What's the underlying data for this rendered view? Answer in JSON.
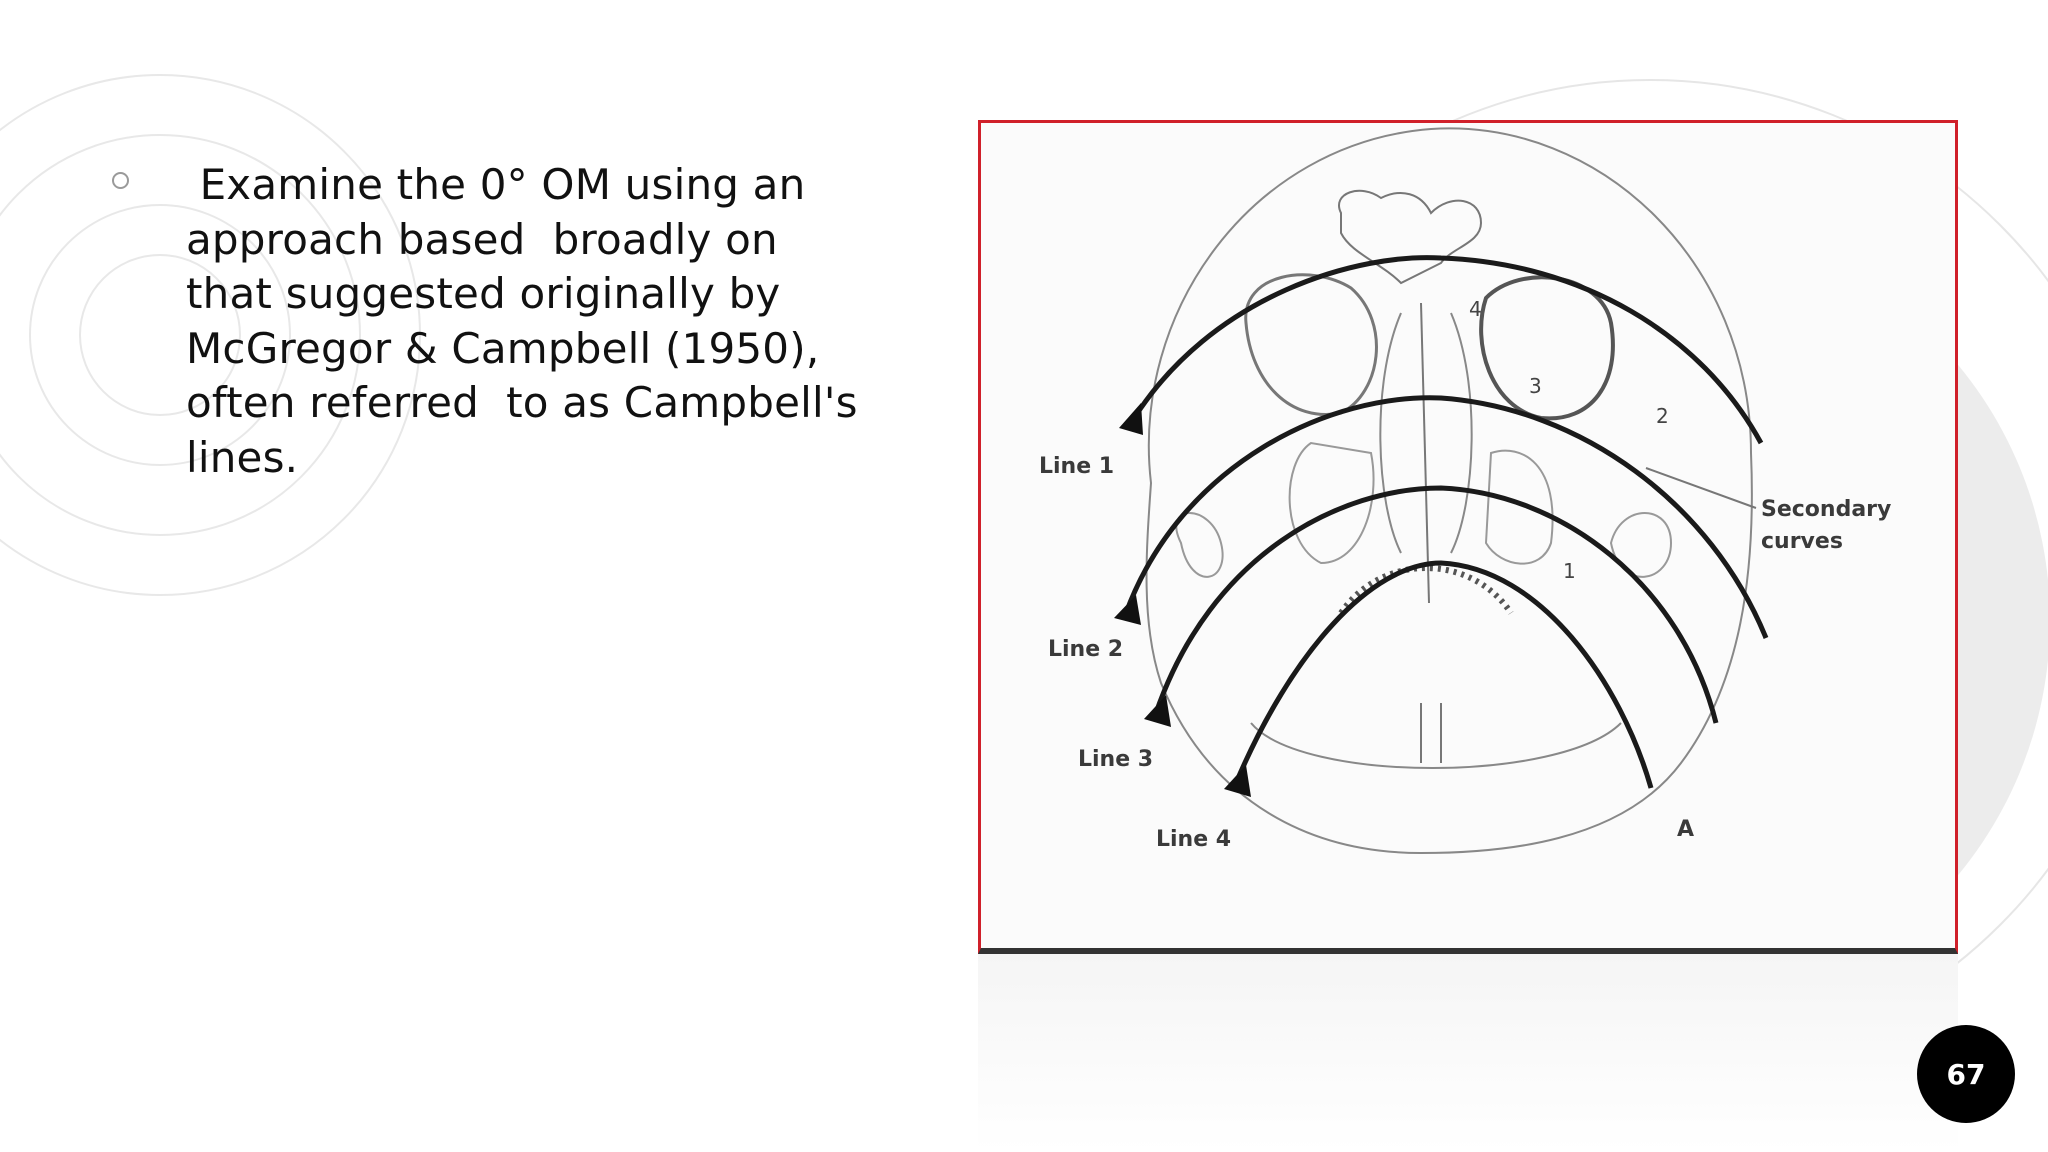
{
  "slide": {
    "bullet_text": " Examine the 0° OM using an\napproach based  broadly on\nthat suggested originally by\nMcGregor & Campbell (1950),\noften referred  to as Campbell's\nlines.",
    "page_number": "67"
  },
  "figure": {
    "line_labels": [
      "Line 1",
      "Line 2",
      "Line 3",
      "Line 4"
    ],
    "numbers": [
      "1",
      "2",
      "3",
      "4"
    ],
    "secondary_curves_line1": "Secondary",
    "secondary_curves_line2": "curves",
    "point_label": "A"
  },
  "colors": {
    "frame_border": "#d0202a",
    "badge": "#000000",
    "decor_ring": "#e6e6e6",
    "decor_disc": "#ececec"
  }
}
